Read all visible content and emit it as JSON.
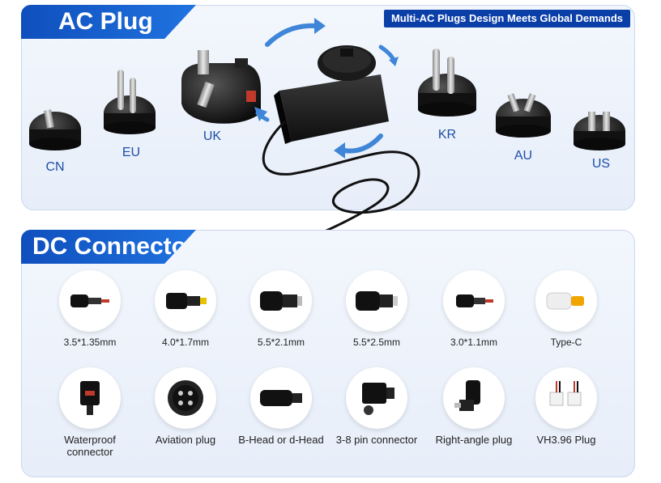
{
  "ac_section": {
    "title": "AC Plug",
    "banner": "Multi-AC Plugs Design Meets Global Demands",
    "plugs": [
      {
        "key": "cn",
        "label": "CN"
      },
      {
        "key": "eu",
        "label": "EU"
      },
      {
        "key": "uk",
        "label": "UK"
      },
      {
        "key": "kr",
        "label": "KR"
      },
      {
        "key": "au",
        "label": "AU"
      },
      {
        "key": "us",
        "label": "US"
      }
    ]
  },
  "dc_section": {
    "title": "DC Connector",
    "connectors": [
      {
        "label": "3.5*1.35mm"
      },
      {
        "label": "4.0*1.7mm"
      },
      {
        "label": "5.5*2.1mm"
      },
      {
        "label": "5.5*2.5mm"
      },
      {
        "label": "3.0*1.1mm"
      },
      {
        "label": "Type-C"
      },
      {
        "label": "Waterproof connector"
      },
      {
        "label": "Aviation plug"
      },
      {
        "label": "B-Head or d-Head"
      },
      {
        "label": "3-8 pin connector"
      },
      {
        "label": "Right-angle plug"
      },
      {
        "label": "VH3.96 Plug"
      }
    ]
  },
  "colors": {
    "title_blue": "#1a5fd0",
    "banner_navy": "#0b3fa8",
    "label_blue": "#1d4fa8",
    "arrow_blue": "#3f86d8"
  }
}
